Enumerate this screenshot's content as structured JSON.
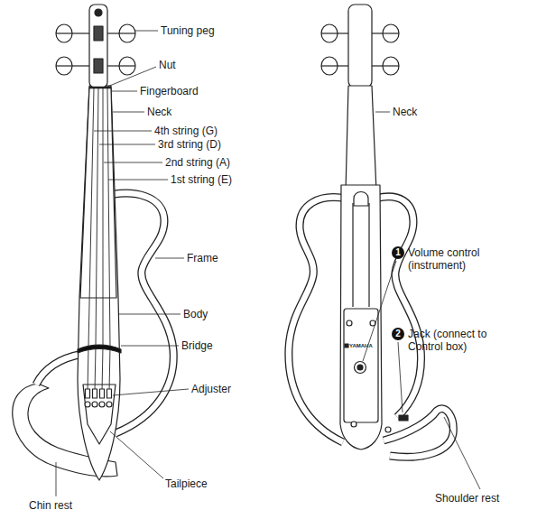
{
  "diagram": {
    "labels": [
      "Tuning peg",
      "Nut",
      "Fingerboard",
      "Neck",
      "4th string (G)",
      "3rd string (D)",
      "2nd string (A)",
      "1st string (E)",
      "Frame",
      "Body",
      "Bridge",
      "Adjuster",
      "Chin rest",
      "Tailpiece",
      "Neck",
      "1",
      "Volume control (instrument)",
      "2",
      "Jack (connect to Control box)",
      "Shoulder rest",
      "YAMAHA"
    ]
  }
}
